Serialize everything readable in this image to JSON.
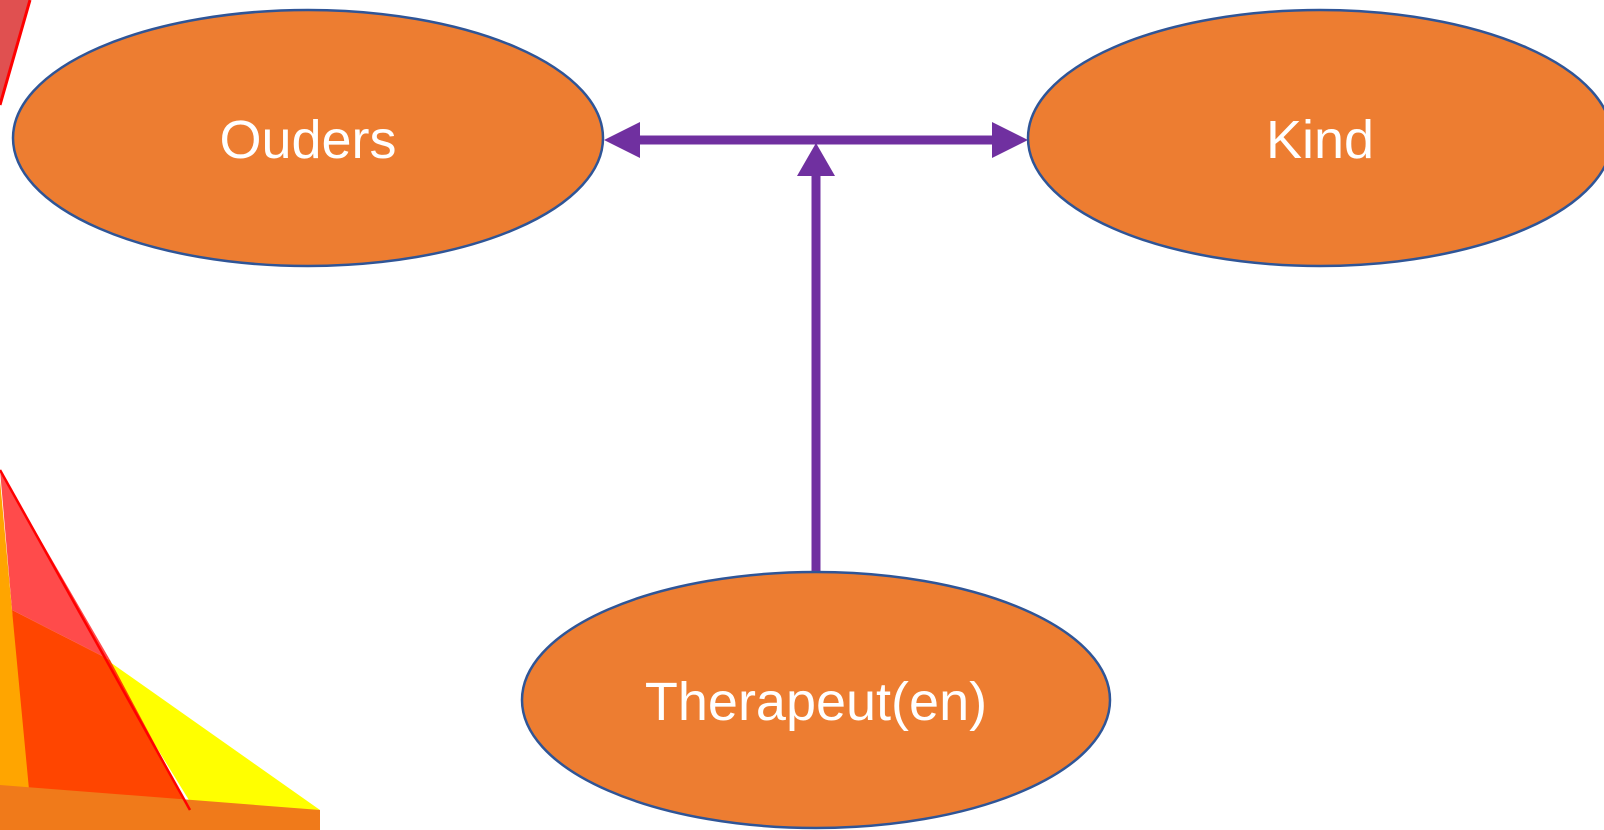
{
  "nodes": {
    "parents": {
      "label": "Ouders"
    },
    "child": {
      "label": "Kind"
    },
    "therapists": {
      "label": "Therapeut(en)"
    }
  },
  "colors": {
    "node_fill": "#ED7D31",
    "node_stroke": "#2F5597",
    "node_text": "#FFFFFF",
    "arrow": "#7030A0",
    "decor_red": "#FF0000",
    "decor_coral": "#FF4B4B",
    "decor_orange_red": "#FF4500",
    "decor_orange": "#FFA500",
    "decor_yellow": "#FFFF00",
    "background": "#FFFFFF"
  },
  "edges": [
    {
      "from": "parents",
      "to": "child",
      "direction": "bidirectional"
    },
    {
      "from": "therapists",
      "to": "parents-child-relationship",
      "direction": "one-way"
    }
  ]
}
